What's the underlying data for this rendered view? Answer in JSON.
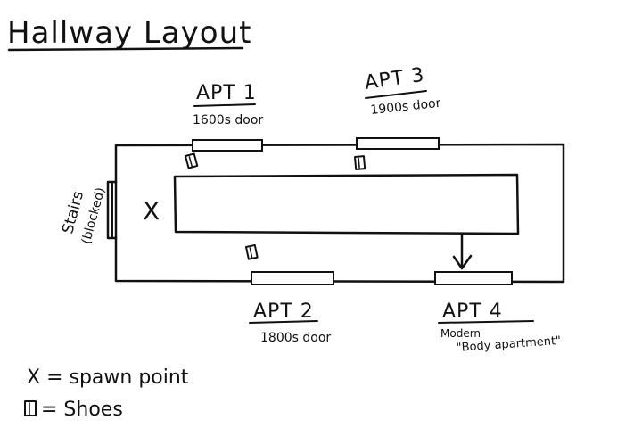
{
  "title": "Hallway Layout",
  "stairs": {
    "label": "Stairs",
    "note": "(blocked)"
  },
  "spawn_marker": "X",
  "apartments": [
    {
      "label": "APT 1",
      "note": "1600s door"
    },
    {
      "label": "APT 3",
      "note": "1900s door"
    },
    {
      "label": "APT 2",
      "note": "1800s door"
    },
    {
      "label": "APT 4",
      "note": "Modern",
      "note2": "\"Body apartment\""
    }
  ],
  "legend": {
    "spawn": "X = spawn point",
    "shoes": "= Shoes"
  }
}
